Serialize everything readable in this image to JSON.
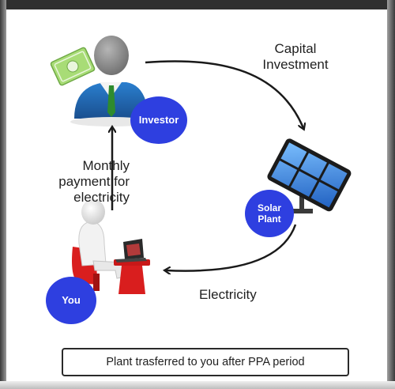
{
  "labels": {
    "capital_investment_line1": "Capital",
    "capital_investment_line2": "Investment",
    "monthly_line1": "Monthly",
    "monthly_line2": "payment for",
    "monthly_line3": "electricity",
    "electricity": "Electricity"
  },
  "badges": {
    "investor": "Investor",
    "solar_line1": "Solar",
    "solar_line2": "Plant",
    "you": "You"
  },
  "note": "Plant trasferred to you after PPA period",
  "colors": {
    "badge": "#2e3fe0",
    "suit": "#1f6db5",
    "person_head": "#8a8a8a",
    "solar_panel": "#3c8be0",
    "chair": "#d91e1e",
    "money": "#9bd46a",
    "arrow": "#1a1a1a"
  },
  "icons": [
    "investor-person-icon",
    "money-bill-icon",
    "solar-panel-icon",
    "you-person-icon",
    "laptop-icon",
    "chair-icon"
  ]
}
